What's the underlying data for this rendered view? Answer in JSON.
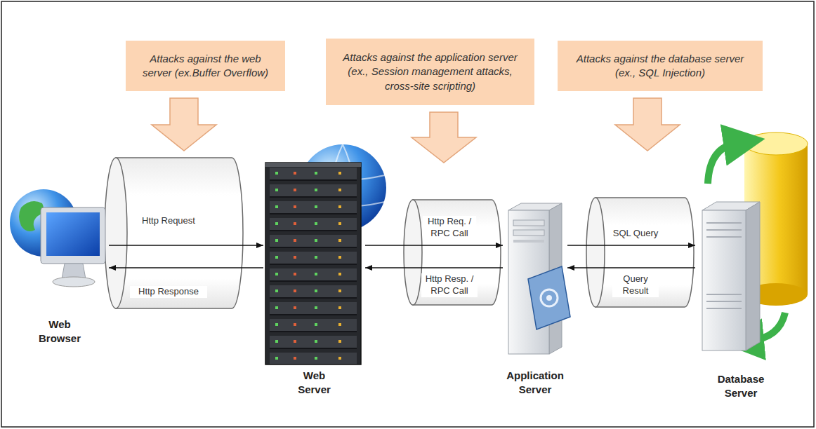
{
  "diagram": {
    "nodes": [
      {
        "text": [
          "Attacks against the web server (ex.Buffer Overflow)"
        ]
      },
      {
        "text": [
          "Attacks against the application server (ex., Session management attacks, cross-site scripting)"
        ]
      },
      {
        "text": [
          "Attacks against the database server (ex., SQL Injection)"
        ]
      },
      {
        "text": [
          "Web Browser"
        ]
      },
      {
        "text": [
          "Web Server"
        ]
      },
      {
        "text": [
          "Application Server"
        ]
      },
      {
        "text": [
          "Database Server"
        ]
      }
    ],
    "edges": [
      {
        "from": 3,
        "to": 4,
        "label": "Http Request",
        "arrow": "to"
      },
      {
        "from": 4,
        "to": 3,
        "label": "Http Response",
        "arrow": "to"
      },
      {
        "from": 4,
        "to": 5,
        "label": "Http Req. / RPC Call",
        "arrow": "to"
      },
      {
        "from": 5,
        "to": 4,
        "label": "Http Resp. / RPC Call",
        "arrow": "to"
      },
      {
        "from": 5,
        "to": 6,
        "label": "SQL Query",
        "arrow": "to"
      },
      {
        "from": 6,
        "to": 5,
        "label": "Query Result",
        "arrow": "to"
      }
    ]
  }
}
